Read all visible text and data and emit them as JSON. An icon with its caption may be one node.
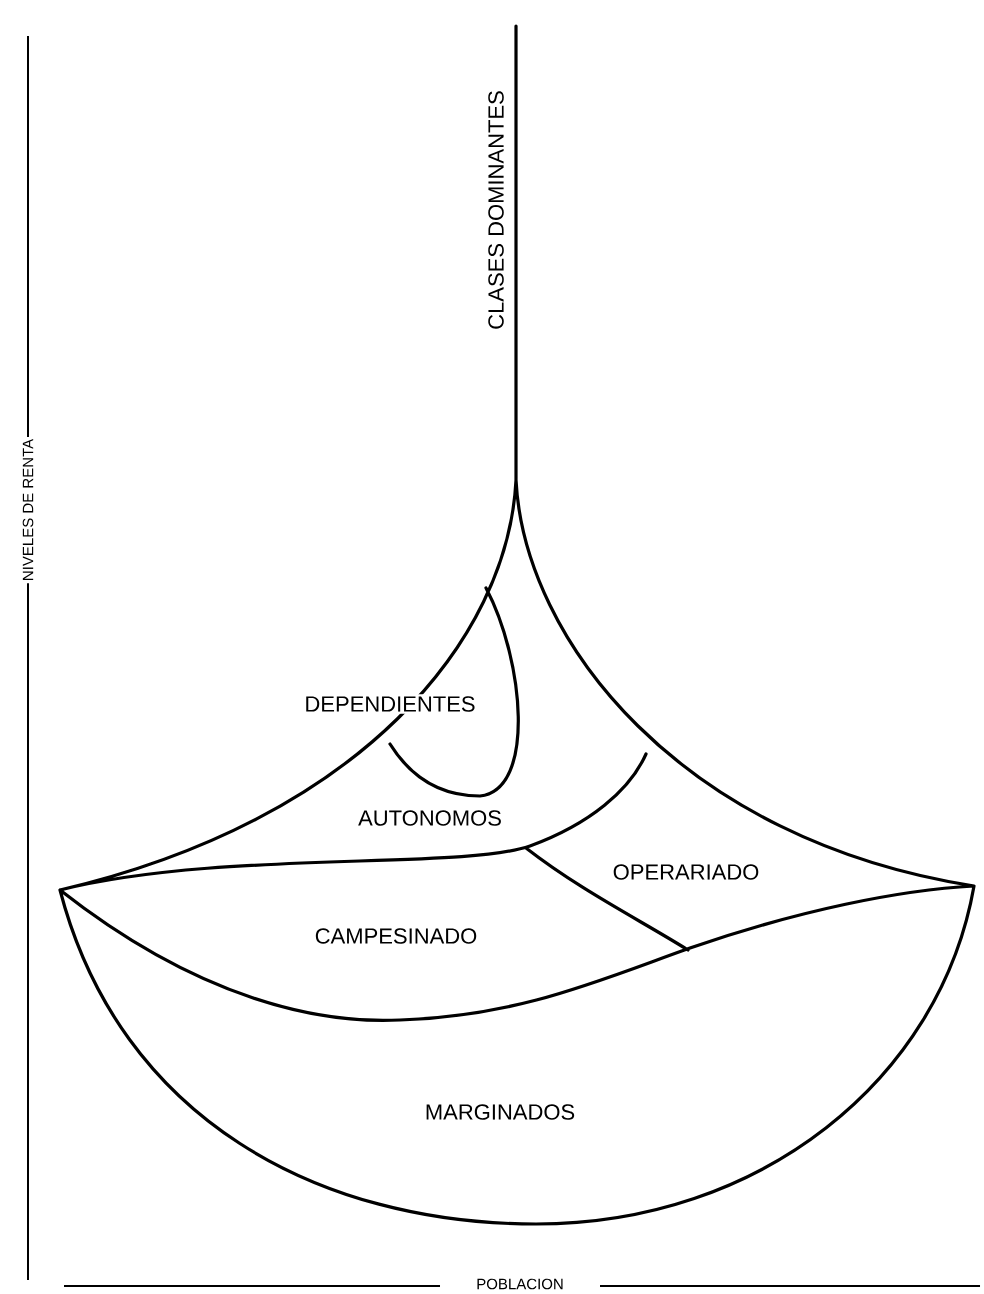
{
  "diagram": {
    "labels": [
      "CLASES DOMINANTES",
      "DEPENDIENTES",
      "AUTONOMOS",
      "OPERARIADO",
      "CAMPESINADO",
      "MARGINADOS",
      "NIVELES DE RENTA",
      "POBLACION"
    ]
  }
}
